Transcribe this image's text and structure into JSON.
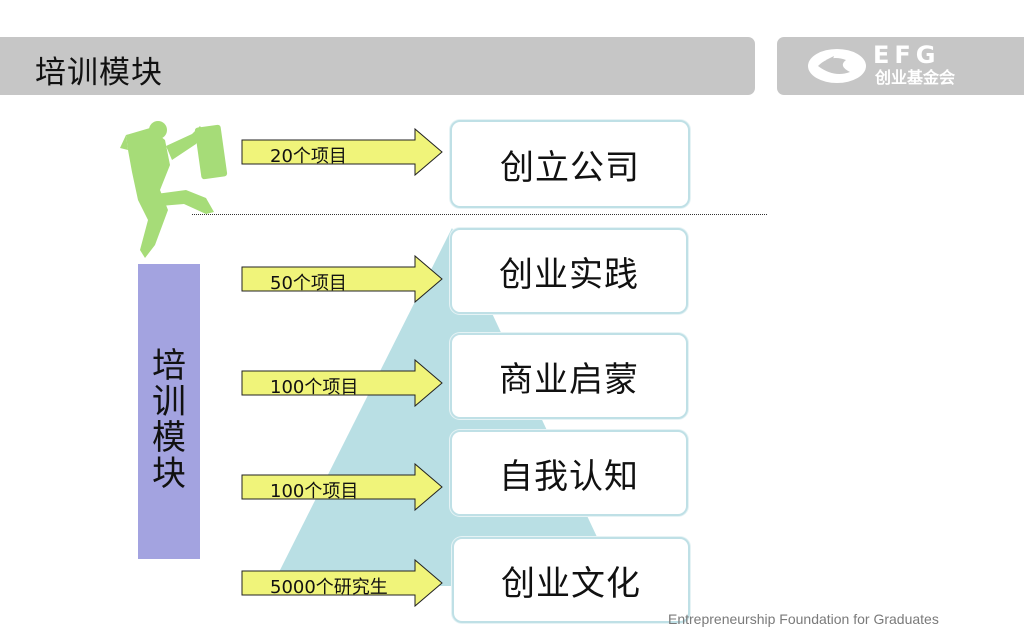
{
  "header": {
    "title": "培训模块"
  },
  "logo": {
    "brand": "EFG",
    "name_cn": "创业基金会"
  },
  "side_label": "培训模块",
  "rows": [
    {
      "arrow_label": "20个项目",
      "box_label": "创立公司"
    },
    {
      "arrow_label": "50个项目",
      "box_label": "创业实践"
    },
    {
      "arrow_label": "100个项目",
      "box_label": "商业启蒙"
    },
    {
      "arrow_label": "100个项目",
      "box_label": "自我认知"
    },
    {
      "arrow_label": "5000个研究生",
      "box_label": "创业文化"
    }
  ],
  "footer": "Entrepreneurship Foundation for Graduates",
  "colors": {
    "title_bar": "#c6c6c6",
    "side_bar": "#a3a3e0",
    "arrow_fill": "#f0f47a",
    "pyramid": "#b9dfe4",
    "runner": "#a6dc78"
  },
  "icons": [
    "runner-figure-icon",
    "efg-logo-icon"
  ]
}
